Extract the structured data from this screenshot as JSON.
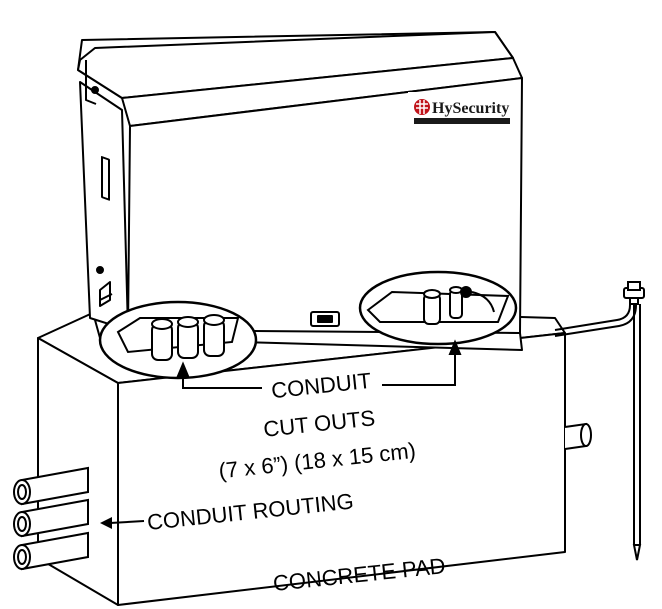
{
  "brand": {
    "name": "HySecurity",
    "logo_icon": "hysecurity-logo-icon"
  },
  "labels": {
    "conduit": "CONDUIT",
    "cut_outs": "CUT OUTS",
    "dimensions": "(7 x 6”) (18 x 15 cm)",
    "conduit_routing": "CONDUIT ROUTING",
    "concrete_pad": "CONCRETE PAD"
  },
  "colors": {
    "line": "#000000",
    "logo_red": "#c0141b"
  }
}
